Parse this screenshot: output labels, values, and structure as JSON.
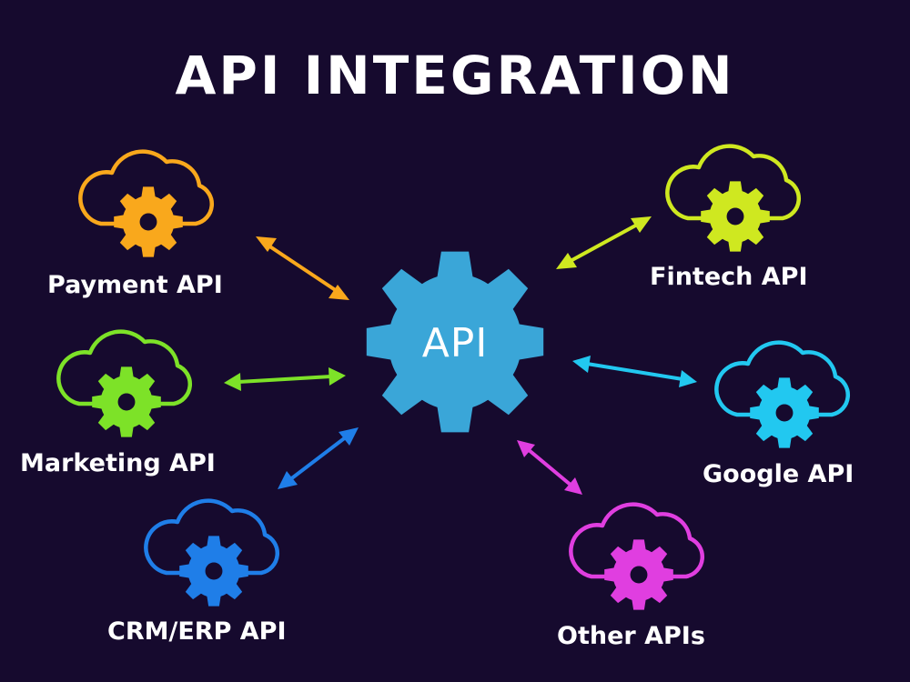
{
  "title": "API INTEGRATION",
  "hub": {
    "label": "API",
    "icon": "gear-icon",
    "color": "#3aa6d8"
  },
  "services": [
    {
      "id": "payment",
      "label": "Payment API",
      "color": "#f9a81c",
      "icon": "cloud-gear-icon"
    },
    {
      "id": "marketing",
      "label": "Marketing API",
      "color": "#7de228",
      "icon": "cloud-gear-icon"
    },
    {
      "id": "crm",
      "label": "CRM/ERP API",
      "color": "#1f7ee8",
      "icon": "cloud-gear-icon"
    },
    {
      "id": "fintech",
      "label": "Fintech API",
      "color": "#cfe820",
      "icon": "cloud-gear-icon"
    },
    {
      "id": "google",
      "label": "Google API",
      "color": "#22c8f0",
      "icon": "cloud-gear-icon"
    },
    {
      "id": "other",
      "label": "Other APIs",
      "color": "#e03ee0",
      "icon": "cloud-gear-icon"
    }
  ],
  "connections": "bidirectional"
}
